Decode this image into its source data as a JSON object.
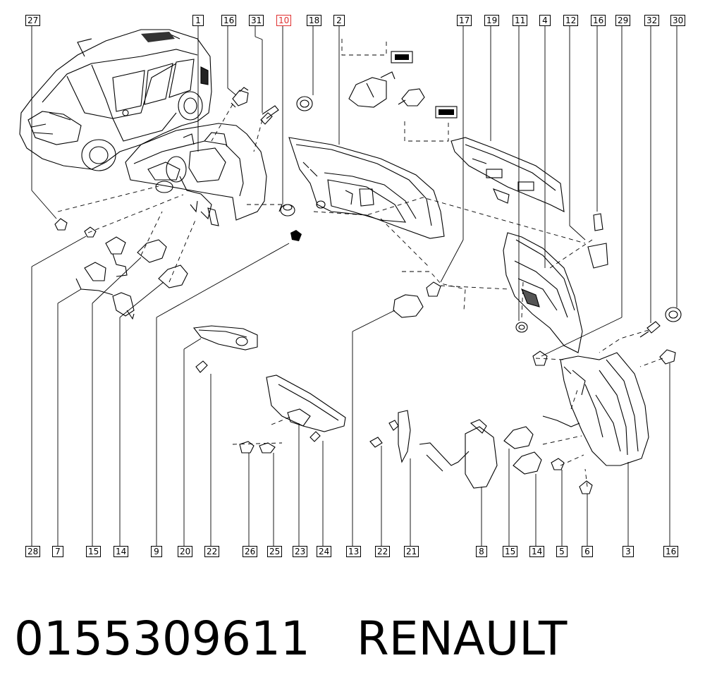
{
  "callouts_top": [
    {
      "id": "c27",
      "label": "27"
    },
    {
      "id": "c1",
      "label": "1"
    },
    {
      "id": "c16a",
      "label": "16"
    },
    {
      "id": "c31",
      "label": "31"
    },
    {
      "id": "c10",
      "label": "10",
      "highlighted": true
    },
    {
      "id": "c18",
      "label": "18"
    },
    {
      "id": "c2",
      "label": "2"
    },
    {
      "id": "c17",
      "label": "17"
    },
    {
      "id": "c19",
      "label": "19"
    },
    {
      "id": "c11",
      "label": "11"
    },
    {
      "id": "c4",
      "label": "4"
    },
    {
      "id": "c12",
      "label": "12"
    },
    {
      "id": "c16b",
      "label": "16"
    },
    {
      "id": "c29",
      "label": "29"
    },
    {
      "id": "c32",
      "label": "32"
    },
    {
      "id": "c30",
      "label": "30"
    }
  ],
  "callouts_bottom": [
    {
      "id": "b28",
      "label": "28"
    },
    {
      "id": "b7",
      "label": "7"
    },
    {
      "id": "b15a",
      "label": "15"
    },
    {
      "id": "b14a",
      "label": "14"
    },
    {
      "id": "b9",
      "label": "9"
    },
    {
      "id": "b20",
      "label": "20"
    },
    {
      "id": "b22a",
      "label": "22"
    },
    {
      "id": "b26",
      "label": "26"
    },
    {
      "id": "b25",
      "label": "25"
    },
    {
      "id": "b23",
      "label": "23"
    },
    {
      "id": "b24",
      "label": "24"
    },
    {
      "id": "b13",
      "label": "13"
    },
    {
      "id": "b22b",
      "label": "22"
    },
    {
      "id": "b21",
      "label": "21"
    },
    {
      "id": "b8",
      "label": "8"
    },
    {
      "id": "b15b",
      "label": "15"
    },
    {
      "id": "b14b",
      "label": "14"
    },
    {
      "id": "b5",
      "label": "5"
    },
    {
      "id": "b6",
      "label": "6"
    },
    {
      "id": "b3",
      "label": "3"
    },
    {
      "id": "b16",
      "label": "16"
    }
  ],
  "caption": {
    "part_number": "0155309611",
    "brand": "RENAULT"
  },
  "colors": {
    "line": "#000000",
    "highlight": "#e03030",
    "background": "#ffffff"
  }
}
